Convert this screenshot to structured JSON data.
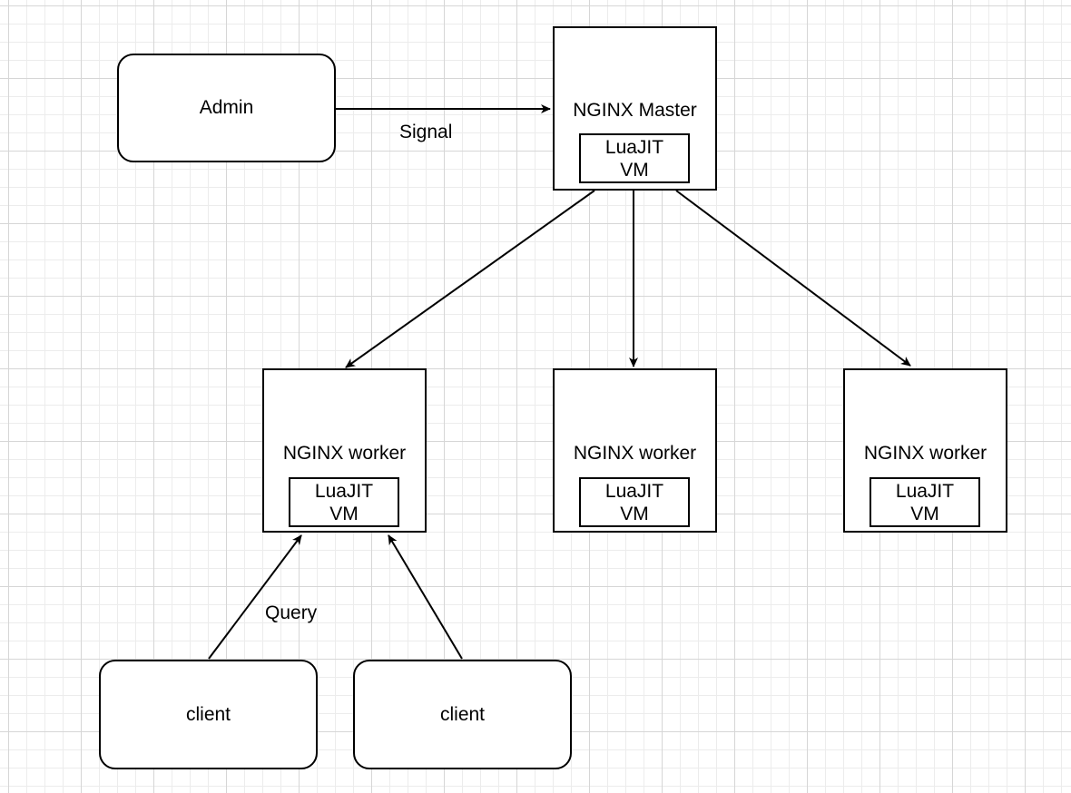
{
  "diagram": {
    "admin": {
      "label": "Admin"
    },
    "master": {
      "title": "NGINX Master",
      "vm_line1": "LuaJIT",
      "vm_line2": "VM"
    },
    "workers": [
      {
        "title": "NGINX worker",
        "vm_line1": "LuaJIT",
        "vm_line2": "VM"
      },
      {
        "title": "NGINX worker",
        "vm_line1": "LuaJIT",
        "vm_line2": "VM"
      },
      {
        "title": "NGINX worker",
        "vm_line1": "LuaJIT",
        "vm_line2": "VM"
      }
    ],
    "clients": [
      {
        "label": "client"
      },
      {
        "label": "client"
      }
    ],
    "edge_labels": {
      "signal": "Signal",
      "query": "Query"
    }
  }
}
